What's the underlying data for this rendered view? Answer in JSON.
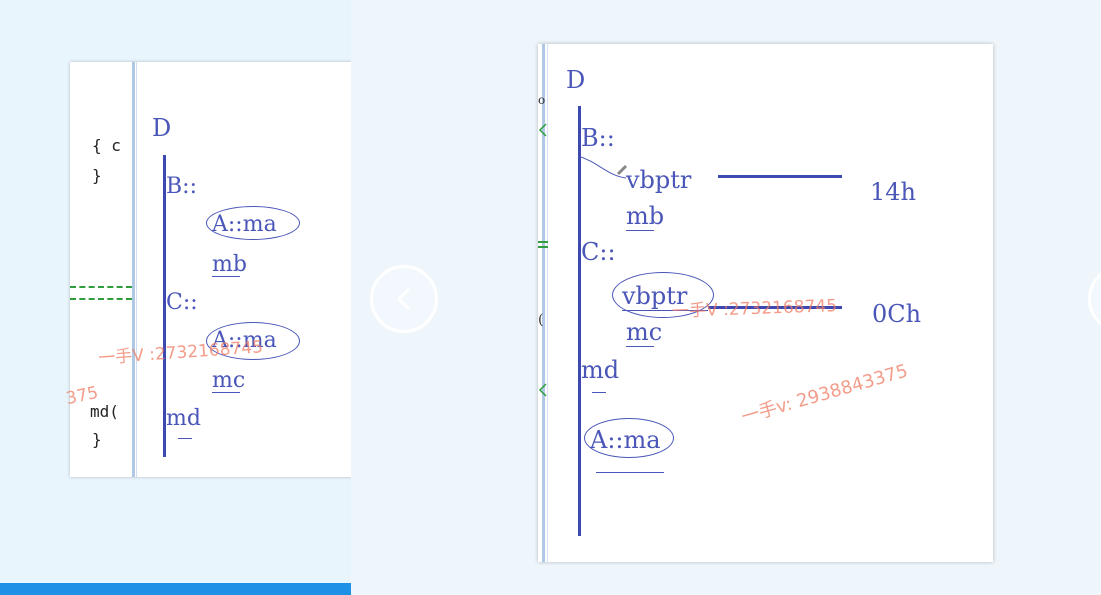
{
  "left_slide": {
    "code": {
      "line1": "{ c",
      "line2": "}",
      "line3": "md(",
      "line4": "}"
    },
    "diagram": {
      "title": "D",
      "b_label": "B::",
      "b_item1": "A::ma",
      "b_item2": "mb",
      "c_label": "C::",
      "c_item1": "A::ma",
      "c_item2": "mc",
      "d_item": "md"
    },
    "watermark": "一手V :2732168745",
    "watermark_partial": "375"
  },
  "main_slide": {
    "title": "D",
    "b_label": "B::",
    "b_ptr": "vbptr",
    "b_offset": "14h",
    "b_member": "mb",
    "c_label": "C::",
    "c_ptr": "vbptr",
    "c_offset": "0Ch",
    "c_member": "mc",
    "d_member": "md",
    "virtual_base": "A::ma",
    "watermark1": "一手V :2732168745",
    "watermark2": "一手v: 2938843375"
  },
  "colors": {
    "ink": "#4a56b8",
    "watermark": "#f07c64",
    "accent_bar": "#1e90e6"
  }
}
